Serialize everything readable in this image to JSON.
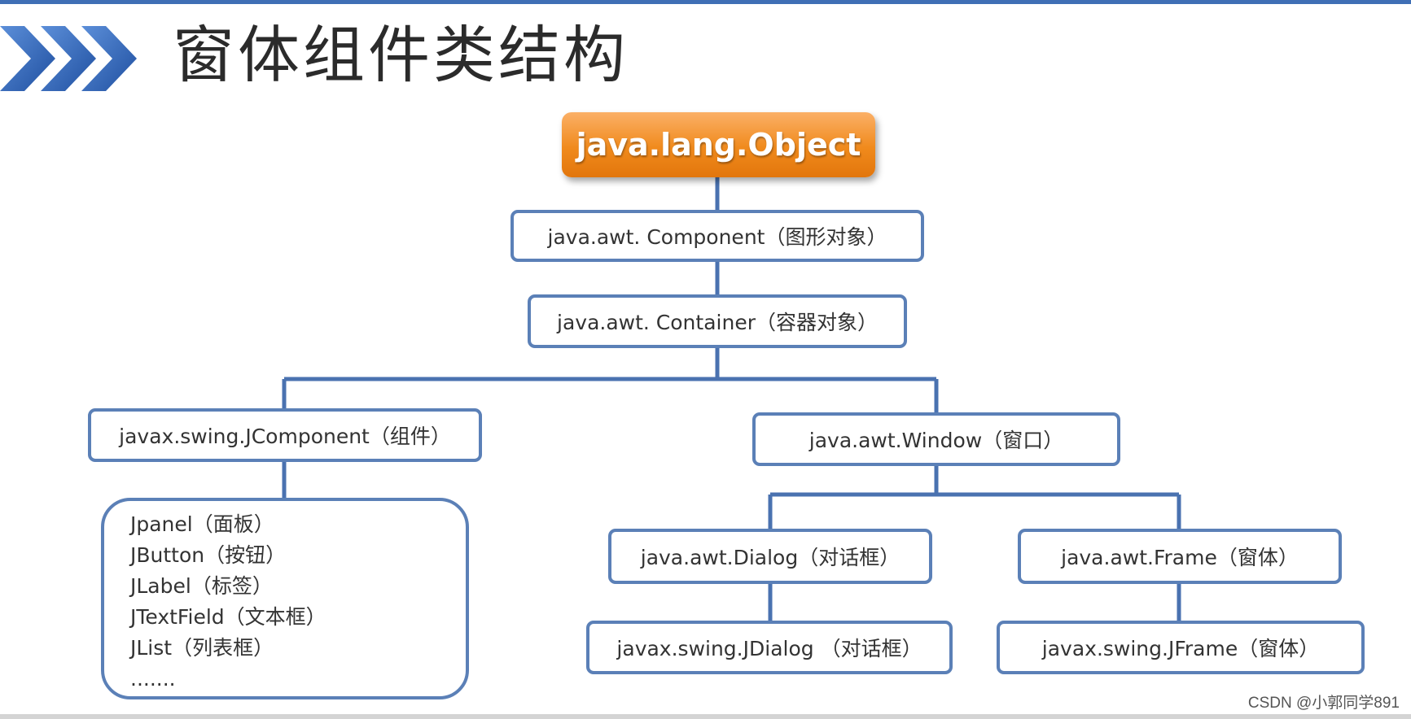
{
  "title": "窗体组件类结构",
  "root": "java.lang.Object",
  "nodes": {
    "component": "java.awt. Component（图形对象）",
    "container": "java.awt. Container（容器对象）",
    "jcomponent": "javax.swing.JComponent（组件）",
    "window": "java.awt.Window（窗口）",
    "dialog": "java.awt.Dialog（对话框）",
    "frame": "java.awt.Frame（窗体）",
    "jdialog": "javax.swing.JDialog （对话框）",
    "jframe": "javax.swing.JFrame（窗体）"
  },
  "jcomponent_children": [
    "Jpanel（面板）",
    "JButton（按钮）",
    "JLabel（标签）",
    "JTextField（文本框）",
    "JList（列表框）",
    "......."
  ],
  "watermark": "CSDN @小郭同学891",
  "colors": {
    "box_border": "#5b80b7",
    "root_fill": "#f08a1c",
    "chevron": "#2e63b8",
    "connector": "#4a72b0"
  }
}
